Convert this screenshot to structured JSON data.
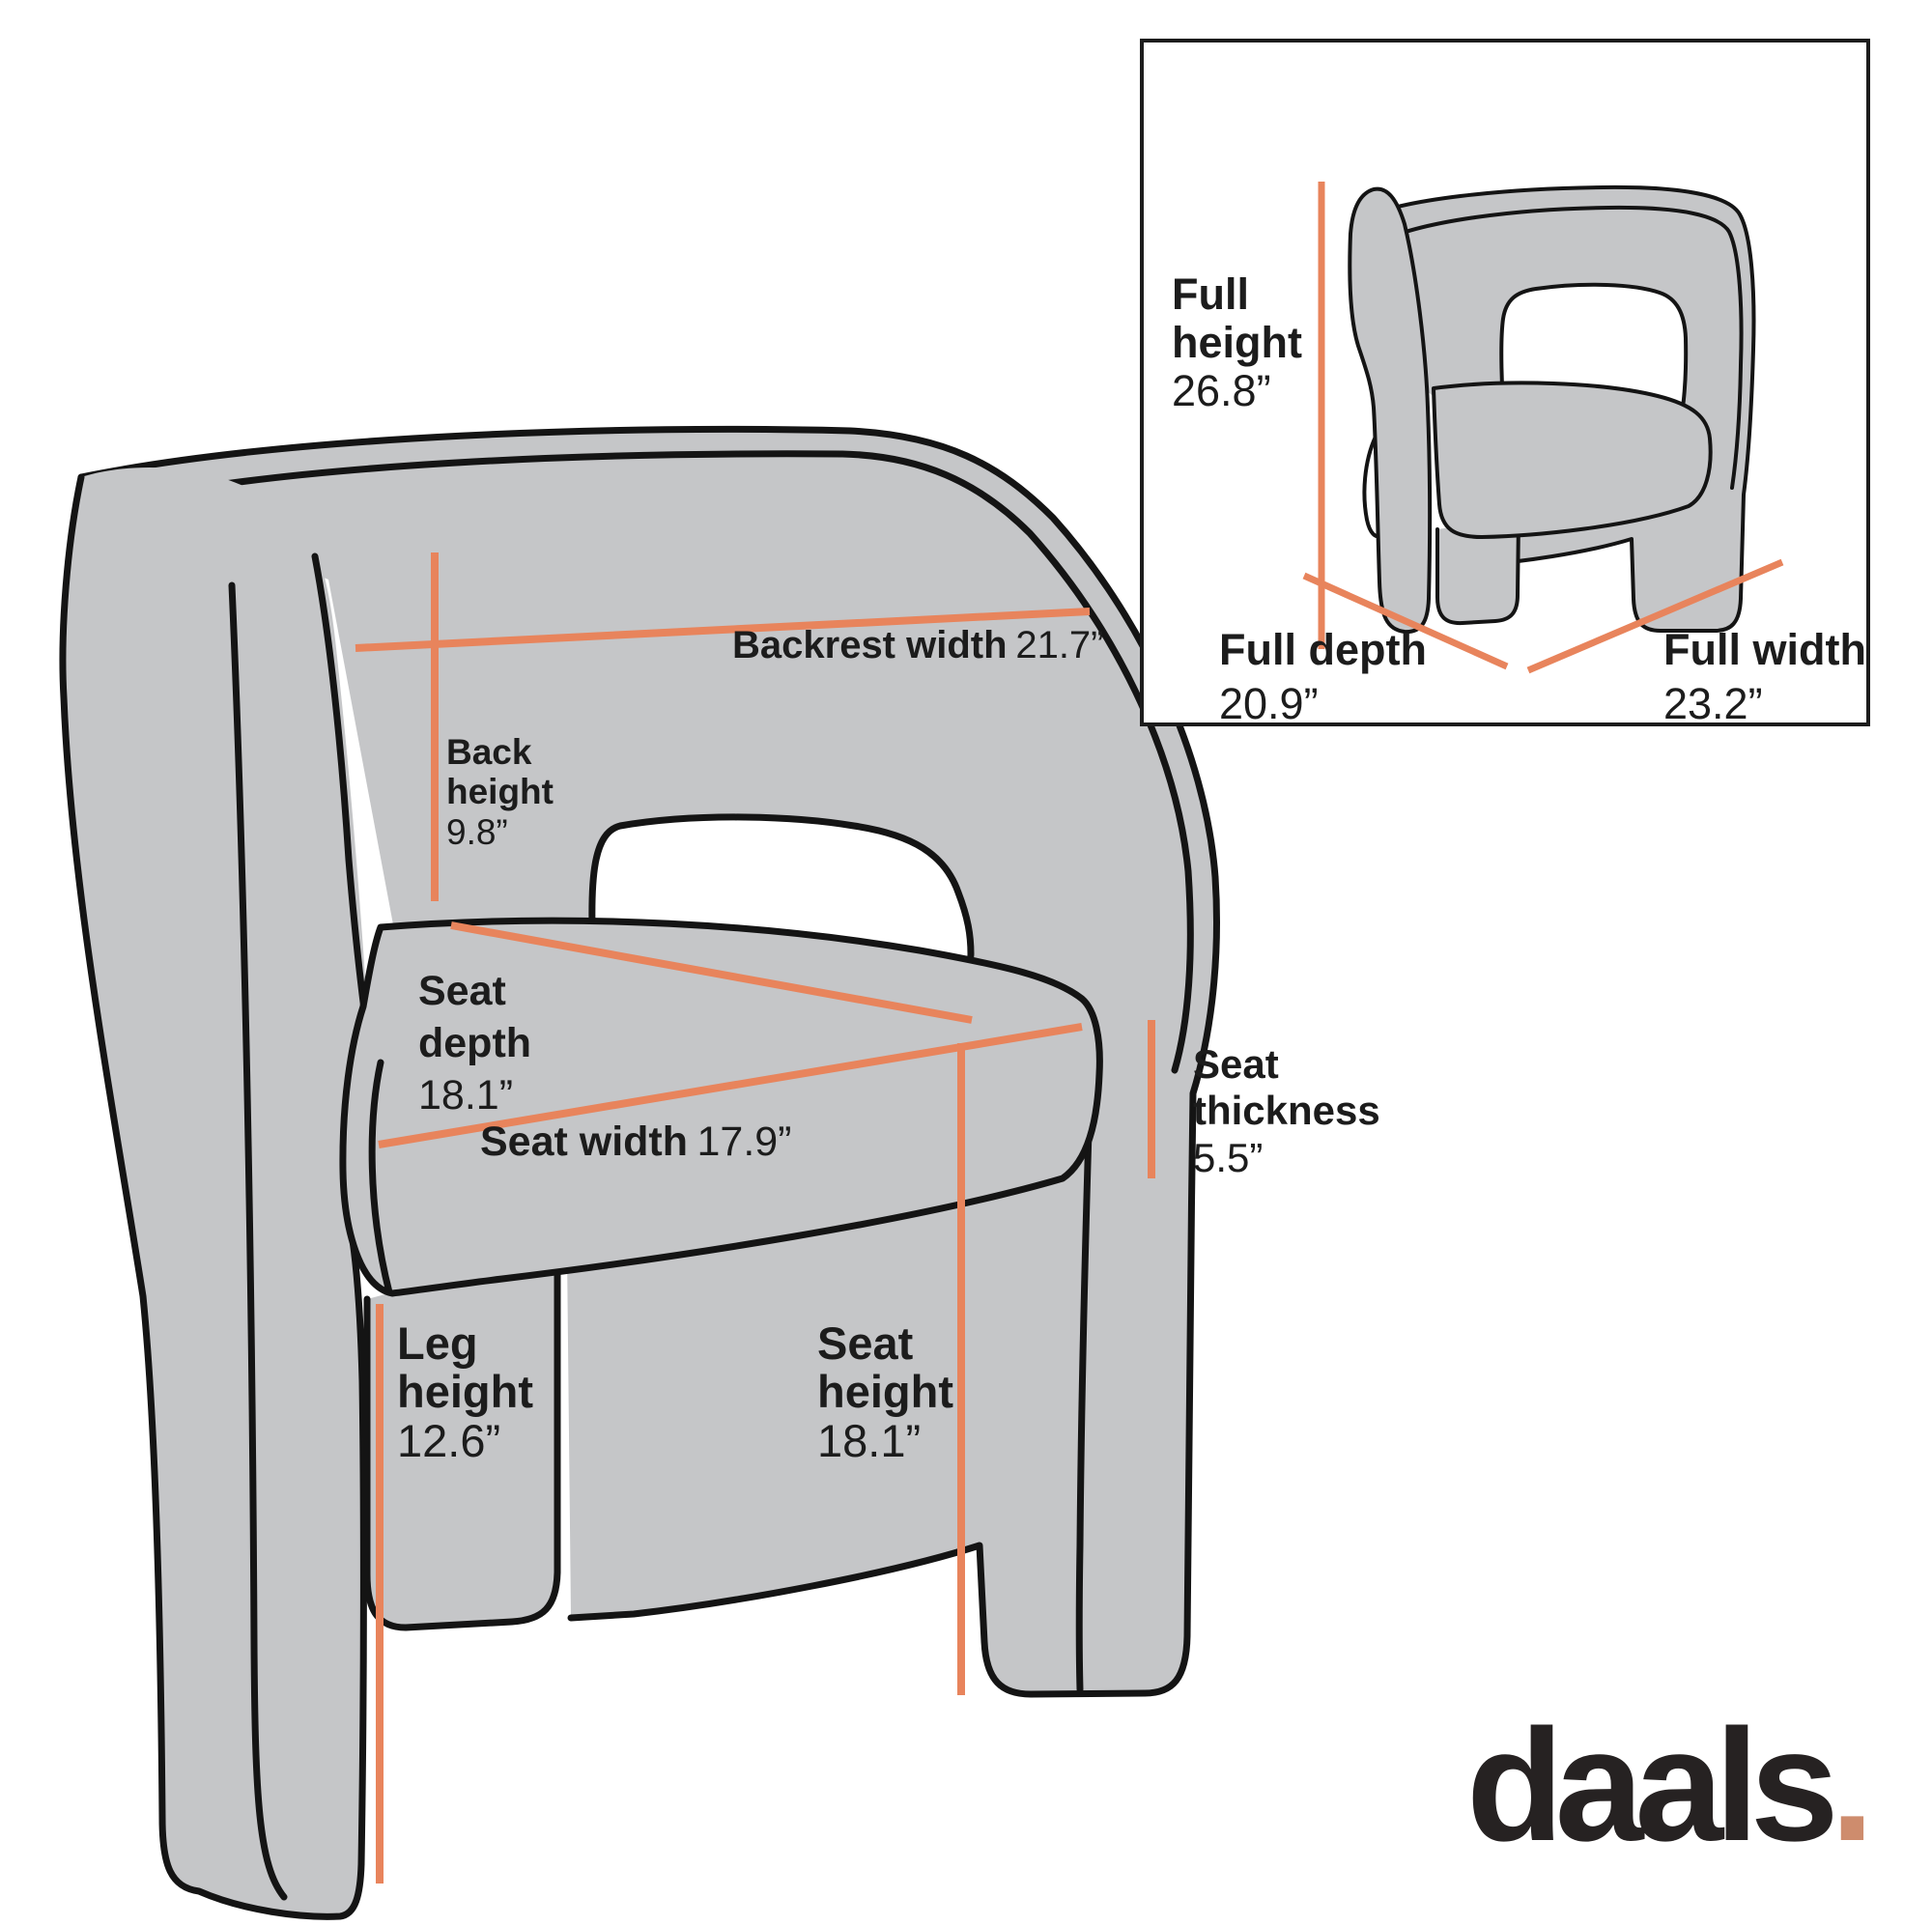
{
  "title": "Dining chair dimensions diagram",
  "colors": {
    "background": "#FFFFFF",
    "chair_fill": "#C5C6C8",
    "outline": "#141414",
    "dimension_line": "#E8845C",
    "text": "#1C1C1C",
    "inset_border": "#1C1C1C",
    "logo_text": "#262222",
    "logo_dot": "#CE8C6D"
  },
  "diagram": {
    "labels": {
      "backrest_width": {
        "name": "Backrest width",
        "value": "21.7”"
      },
      "back_height": {
        "name": "Back height",
        "value": "9.8”"
      },
      "seat_depth": {
        "name": "Seat depth",
        "value": "18.1”"
      },
      "seat_width": {
        "name": "Seat width",
        "value": "17.9”"
      },
      "seat_thickness": {
        "name": "Seat thickness",
        "value": "5.5”"
      },
      "leg_height": {
        "name": "Leg height",
        "value": "12.6”"
      },
      "seat_height": {
        "name": "Seat height",
        "value": "18.1”"
      }
    },
    "inset": {
      "full_height": {
        "name": "Full height",
        "value": "26.8”"
      },
      "full_depth": {
        "name": "Full depth",
        "value": "20.9”"
      },
      "full_width": {
        "name": "Full width",
        "value": "23.2”"
      }
    }
  },
  "logo": {
    "text": "daals",
    "dot": "."
  }
}
